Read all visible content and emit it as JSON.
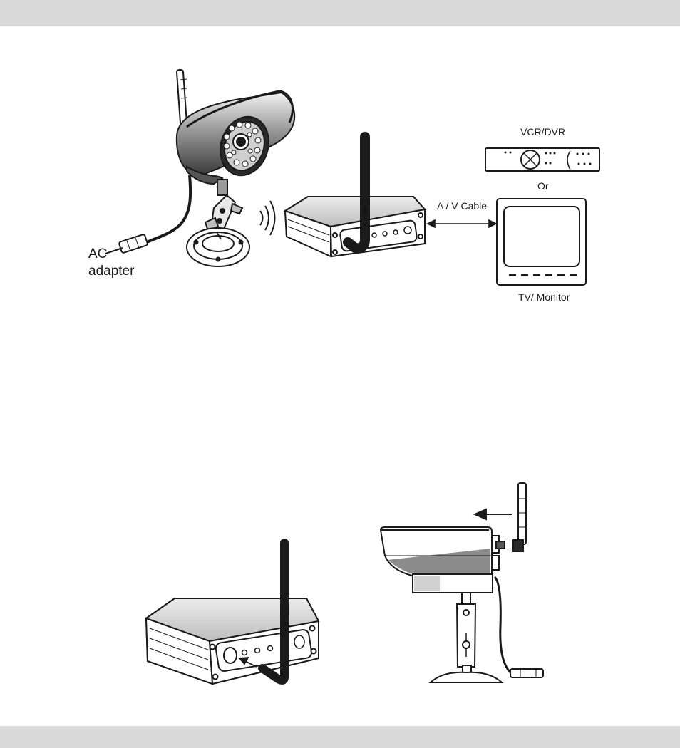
{
  "labels": {
    "vcr_dvr": "VCR/DVR",
    "or": "Or",
    "av_cable": "A / V Cable",
    "tv_monitor": "TV/ Monitor",
    "ac_line1": "AC",
    "ac_line2": "adapter"
  },
  "colors": {
    "band": "#d9d9da",
    "ink": "#1a1a1a",
    "body_gray": "#8c8c8c",
    "body_light": "#d2d2d2"
  }
}
